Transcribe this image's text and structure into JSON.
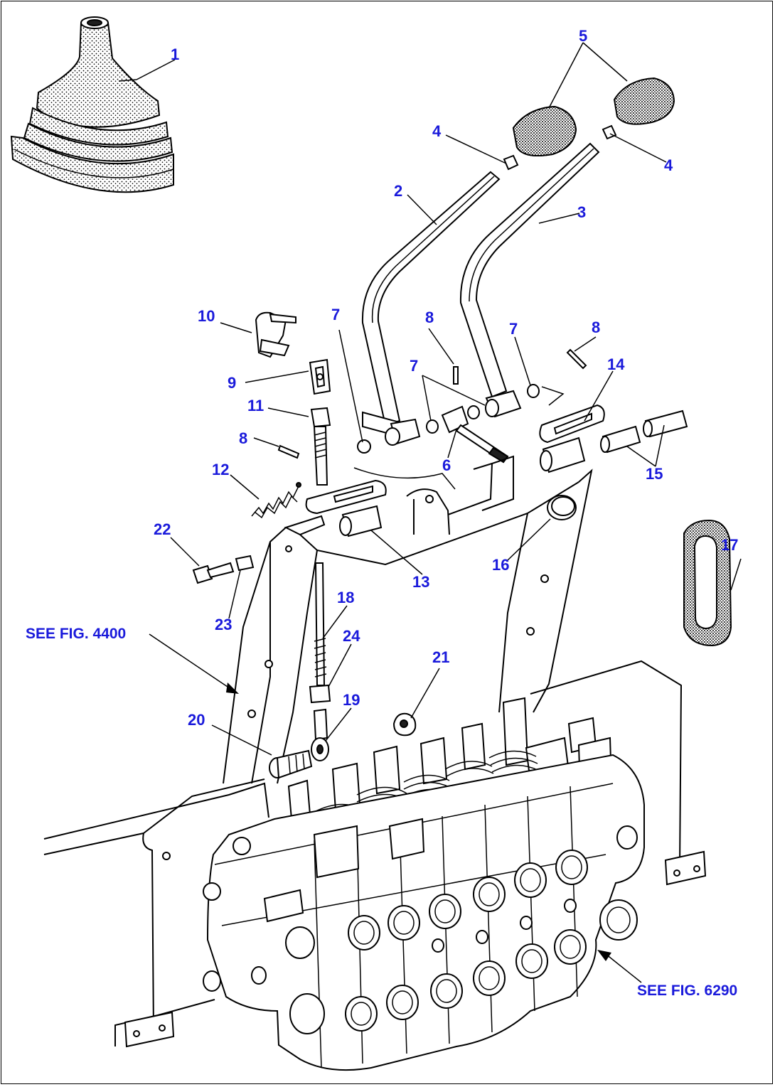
{
  "callouts": {
    "c1": "1",
    "c2": "2",
    "c3": "3",
    "c4a": "4",
    "c4b": "4",
    "c5": "5",
    "c6": "6",
    "c7a": "7",
    "c7b": "7",
    "c7c": "7",
    "c8a": "8",
    "c8b": "8",
    "c8c": "8",
    "c9": "9",
    "c10": "10",
    "c11": "11",
    "c12": "12",
    "c13": "13",
    "c14": "14",
    "c15": "15",
    "c16": "16",
    "c17": "17",
    "c18": "18",
    "c19": "19",
    "c20": "20",
    "c21": "21",
    "c22": "22",
    "c23": "23",
    "c24": "24"
  },
  "references": {
    "fig_4400": "SEE FIG. 4400",
    "fig_6290": "SEE FIG. 6290"
  },
  "colors": {
    "label": "#1a1adb",
    "line": "#000000",
    "fill": "#ffffff"
  }
}
